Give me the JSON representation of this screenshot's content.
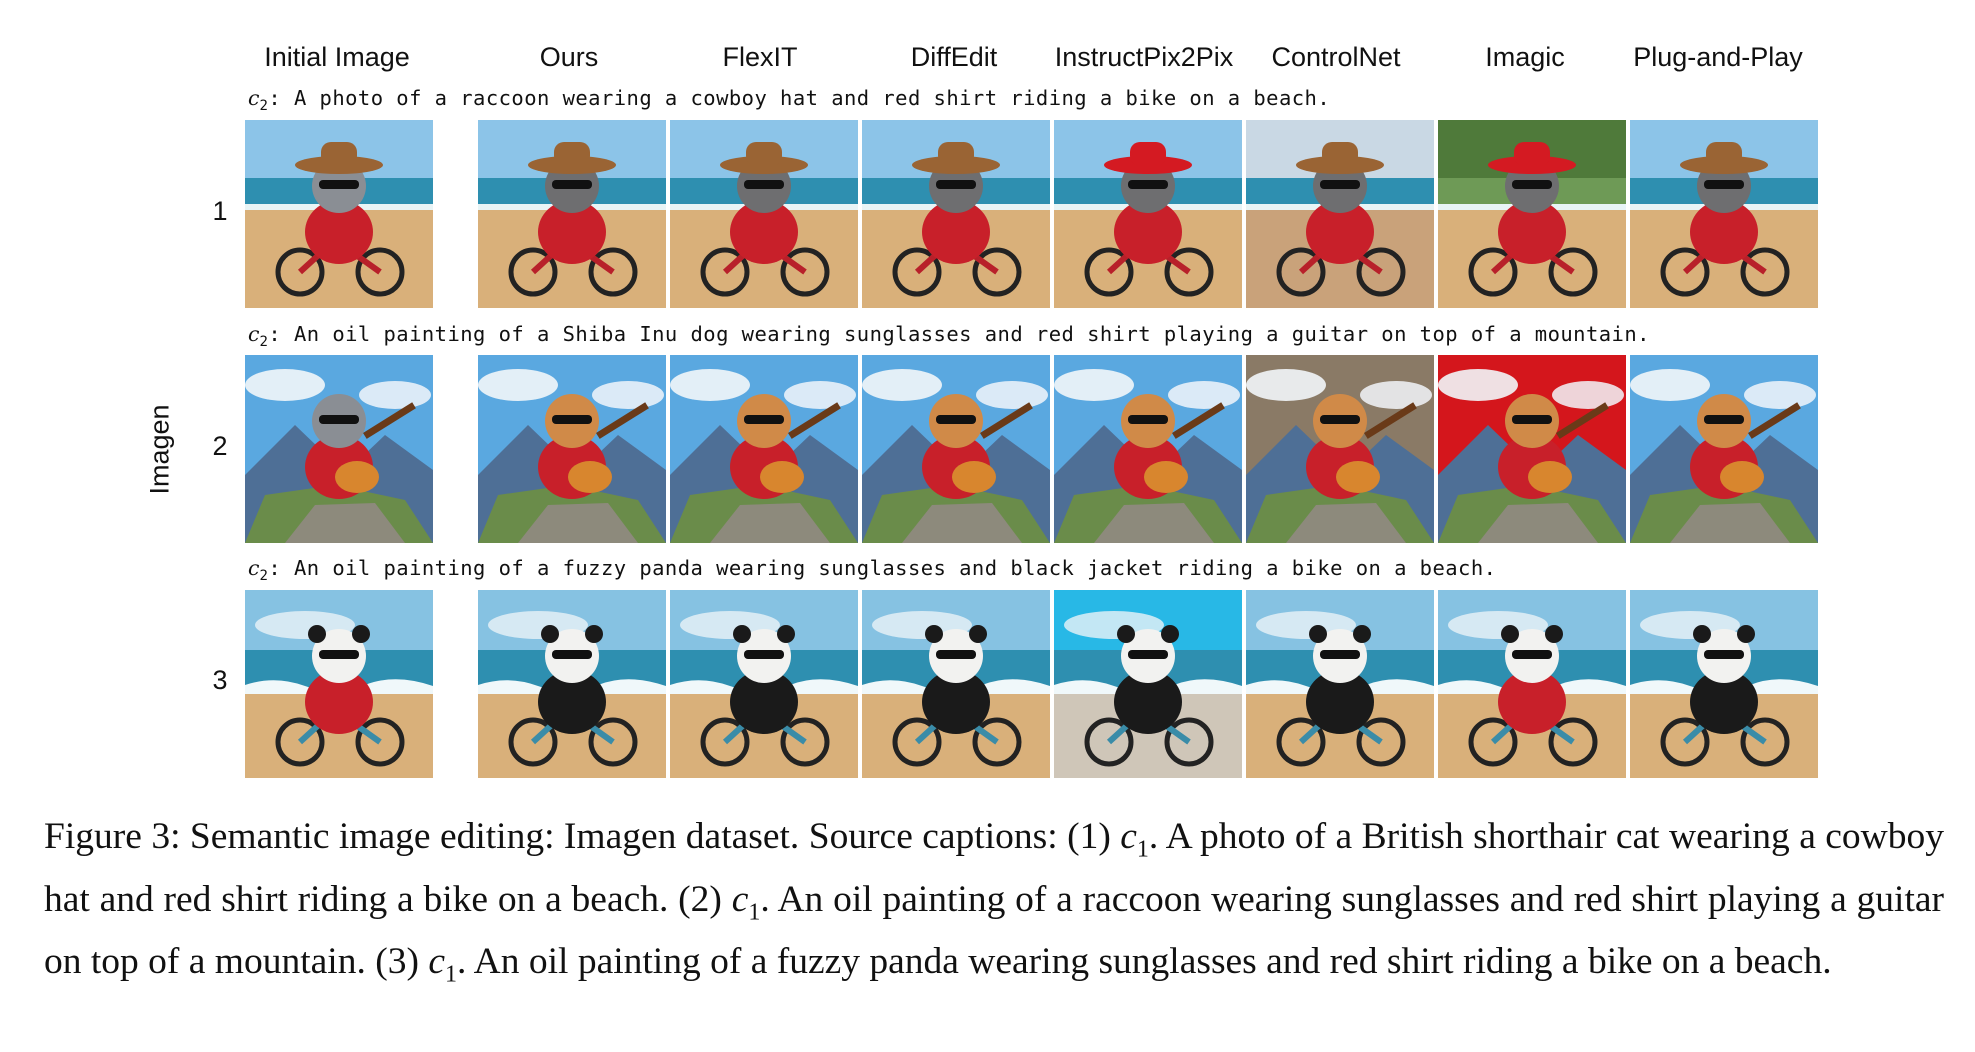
{
  "columns": [
    "Initial Image",
    "Ours",
    "FlexIT",
    "DiffEdit",
    "InstructPix2Pix",
    "ControlNet",
    "Imagic",
    "Plug-and-Play"
  ],
  "side_label": "Imagen",
  "rows": [
    {
      "number": "1",
      "prompt_var": "c",
      "prompt_sub": "2",
      "prompt_text": ": A photo of a raccoon wearing a cowboy hat and red shirt riding a bike on a beach.",
      "scene": "beach"
    },
    {
      "number": "2",
      "prompt_var": "c",
      "prompt_sub": "2",
      "prompt_text": ": An oil painting of a Shiba Inu dog wearing sunglasses and red shirt playing a guitar on top of a mountain.",
      "scene": "mountain"
    },
    {
      "number": "3",
      "prompt_var": "c",
      "prompt_sub": "2",
      "prompt_text": ": An oil painting of a fuzzy panda wearing sunglasses and black jacket riding a bike on a beach.",
      "scene": "sea"
    }
  ],
  "caption": {
    "part1": "Figure 3: Semantic image editing: Imagen dataset. Source captions: (1) ",
    "var": "c",
    "sub": "1",
    "part2": ". A photo of a British shorthair cat wearing a cowboy hat and red shirt riding a bike on a beach. (2) ",
    "part3": ". An oil painting of a raccoon wearing sunglasses and red shirt playing a guitar on top of a mountain. (3) ",
    "part4": ". An oil painting of a fuzzy panda wearing sunglasses and red shirt riding a bike on a beach."
  },
  "colors": {
    "shirt_red": "#c8202a",
    "hat_brown": "#9a6434",
    "sky_blue": "#8cc4e8",
    "sea_teal": "#2e8fb0",
    "sand": "#d9b07a",
    "mountain_green": "#6a8c4a"
  }
}
